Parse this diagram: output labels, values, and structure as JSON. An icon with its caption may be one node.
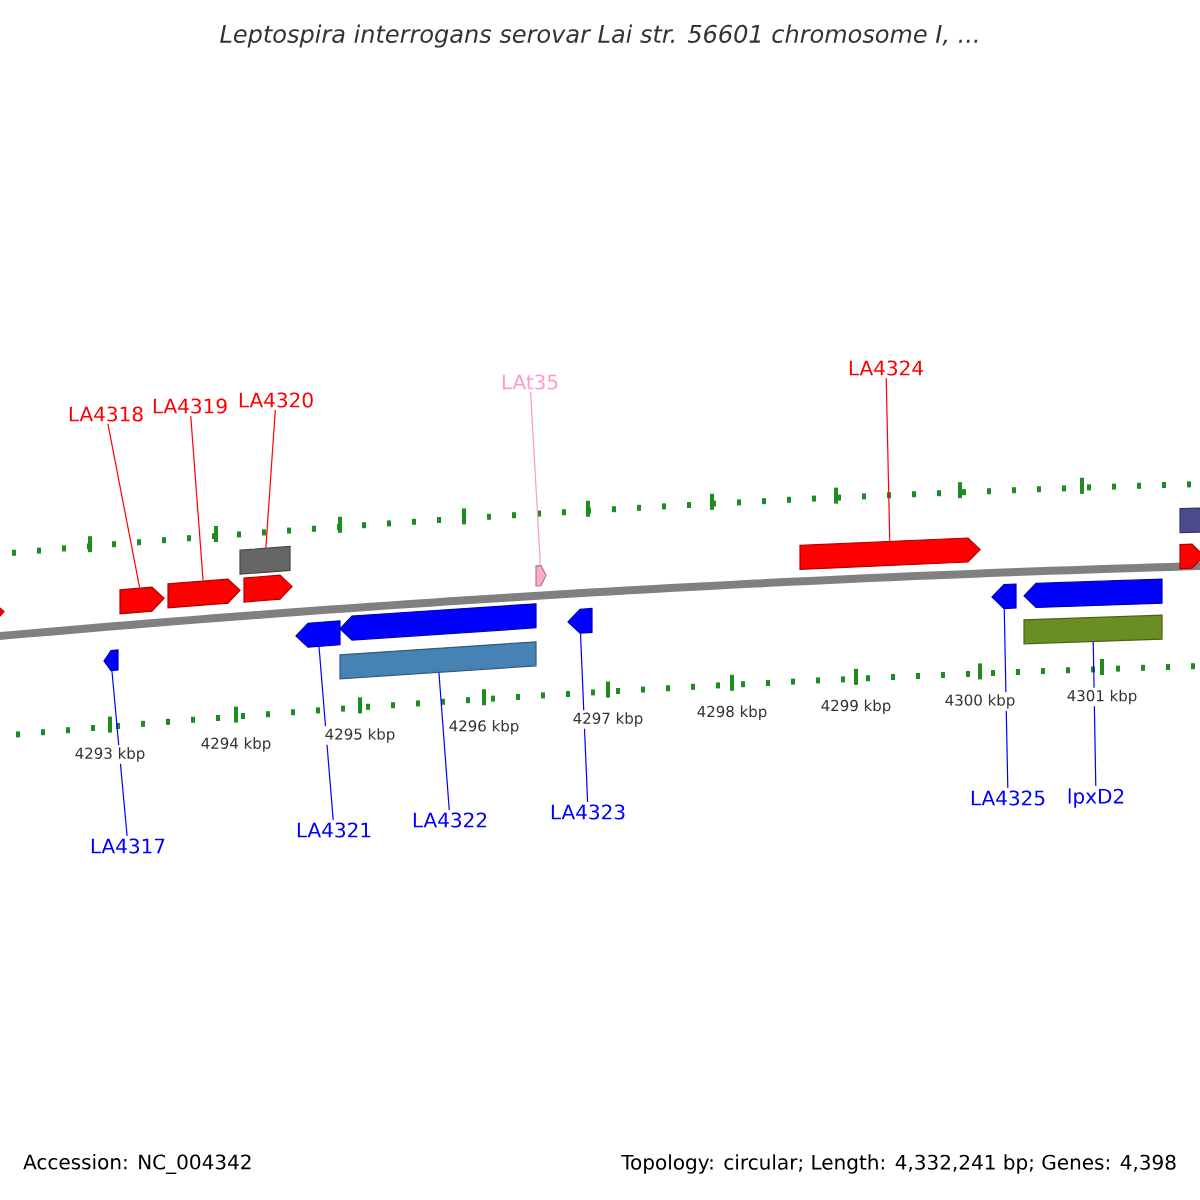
{
  "diagram": {
    "title": "Leptospira interrogans serovar Lai str. 56601 chromosome I, ...",
    "nodes": [
      {
        "text": [
          "LA4318"
        ]
      },
      {
        "text": [
          "LA4319"
        ]
      },
      {
        "text": [
          "LA4320"
        ]
      },
      {
        "text": [
          "LAt35"
        ]
      },
      {
        "text": [
          "LA4324"
        ]
      },
      {
        "text": [
          "LA4317"
        ]
      },
      {
        "text": [
          "LA4321"
        ]
      },
      {
        "text": [
          "LA4322"
        ]
      },
      {
        "text": [
          "LA4323"
        ]
      },
      {
        "text": [
          "LA4325"
        ]
      },
      {
        "text": [
          "lpxD2"
        ]
      },
      {
        "text": [],
        "shape": "pentagon"
      },
      {
        "text": [],
        "shape": "pentagon"
      },
      {
        "text": [],
        "shape": "pentagon"
      },
      {
        "text": [],
        "shape": "pentagon"
      },
      {
        "text": [],
        "shape": "box"
      },
      {
        "text": [],
        "shape": "pentagon"
      },
      {
        "text": [],
        "shape": "pentagon"
      },
      {
        "text": [],
        "shape": "pentagon"
      },
      {
        "text": [],
        "shape": "box"
      },
      {
        "text": [],
        "shape": "pentagon"
      },
      {
        "text": [],
        "shape": "pentagon"
      },
      {
        "text": [],
        "shape": "pentagon"
      },
      {
        "text": [],
        "shape": "pentagon"
      },
      {
        "text": [],
        "shape": "pentagon"
      },
      {
        "text": [],
        "shape": "box"
      },
      {
        "text": [],
        "shape": "box"
      },
      {
        "text": [],
        "shape": "pentagon"
      }
    ],
    "edges": [
      {
        "from": 0,
        "to": 13,
        "arrow": "none",
        "color": "#ff0000"
      },
      {
        "from": 1,
        "to": 14,
        "arrow": "none",
        "color": "#ff0000"
      },
      {
        "from": 2,
        "to": 15,
        "arrow": "none",
        "color": "#ff0000"
      },
      {
        "from": 3,
        "to": 20,
        "arrow": "none",
        "color": "#ff99cc"
      },
      {
        "from": 4,
        "to": 22,
        "arrow": "none",
        "color": "#ff0000"
      },
      {
        "from": 5,
        "to": 12,
        "arrow": "none"
      },
      {
        "from": 6,
        "to": 17,
        "arrow": "none"
      },
      {
        "from": 7,
        "to": 19,
        "arrow": "none"
      },
      {
        "from": 8,
        "to": 21,
        "arrow": "none"
      },
      {
        "from": 9,
        "to": 23,
        "arrow": "none"
      },
      {
        "from": 10,
        "to": 25,
        "arrow": "none"
      }
    ],
    "labels": [
      "4293 kbp",
      "4294 kbp",
      "4295 kbp",
      "4296 kbp",
      "4297 kbp",
      "4298 kbp",
      "4299 kbp",
      "4300 kbp",
      "4301 kbp",
      "Accession: NC_004342",
      "Topology: circular; Length: 4,332,241 bp; Genes: 4,398"
    ]
  }
}
